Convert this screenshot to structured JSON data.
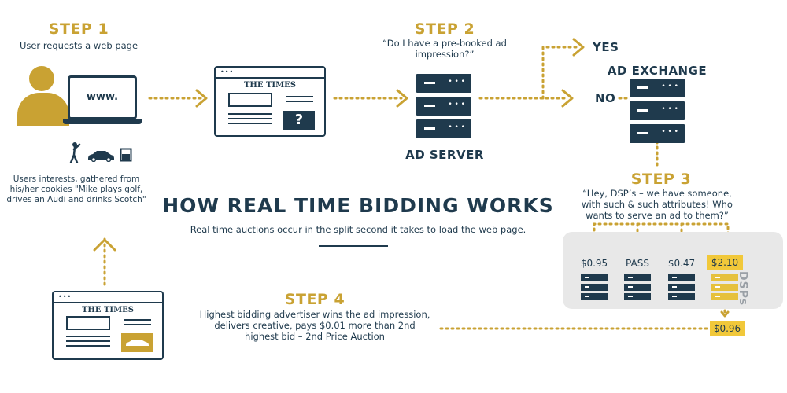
{
  "title": "HOW REAL TIME BIDDING WORKS",
  "subtitle": "Real time auctions occur in the split second it takes to load the web page.",
  "step1": {
    "title": "STEP 1",
    "text": "User requests a web page",
    "url_text": "www.",
    "interests_text": "Users interests, gathered from his/her cookies \"Mike plays golf, drives an Audi and drinks Scotch\""
  },
  "step2": {
    "title": "STEP 2",
    "text": "“Do I have a pre-booked ad impression?”",
    "server_label": "AD SERVER"
  },
  "decision": {
    "yes": "YES",
    "no": "NO"
  },
  "exchange_label": "AD EXCHANGE",
  "step3": {
    "title": "STEP 3",
    "text": "“Hey, DSP’s – we have someone, with such & such attributes! Who wants to serve an ad to them?”"
  },
  "dsp": {
    "label": "DSPs",
    "bids": [
      "$0.95",
      "PASS",
      "$0.47",
      "$2.10"
    ],
    "winning_price": "$0.96"
  },
  "step4": {
    "title": "STEP 4",
    "text": "Highest bidding advertiser wins the ad impression, delivers creative, pays $0.01 more than 2nd highest bid – 2nd Price Auction"
  },
  "browser": {
    "masthead": "THE TIMES",
    "question_mark": "?",
    "dots": "•••"
  },
  "icons": {
    "golfer": "golfer-icon",
    "car": "car-icon",
    "drink": "glass-icon"
  },
  "colors": {
    "gold": "#c9a233",
    "navy": "#1f3a4d",
    "highlight": "#f1c83a",
    "panel": "#e8e8e8"
  }
}
